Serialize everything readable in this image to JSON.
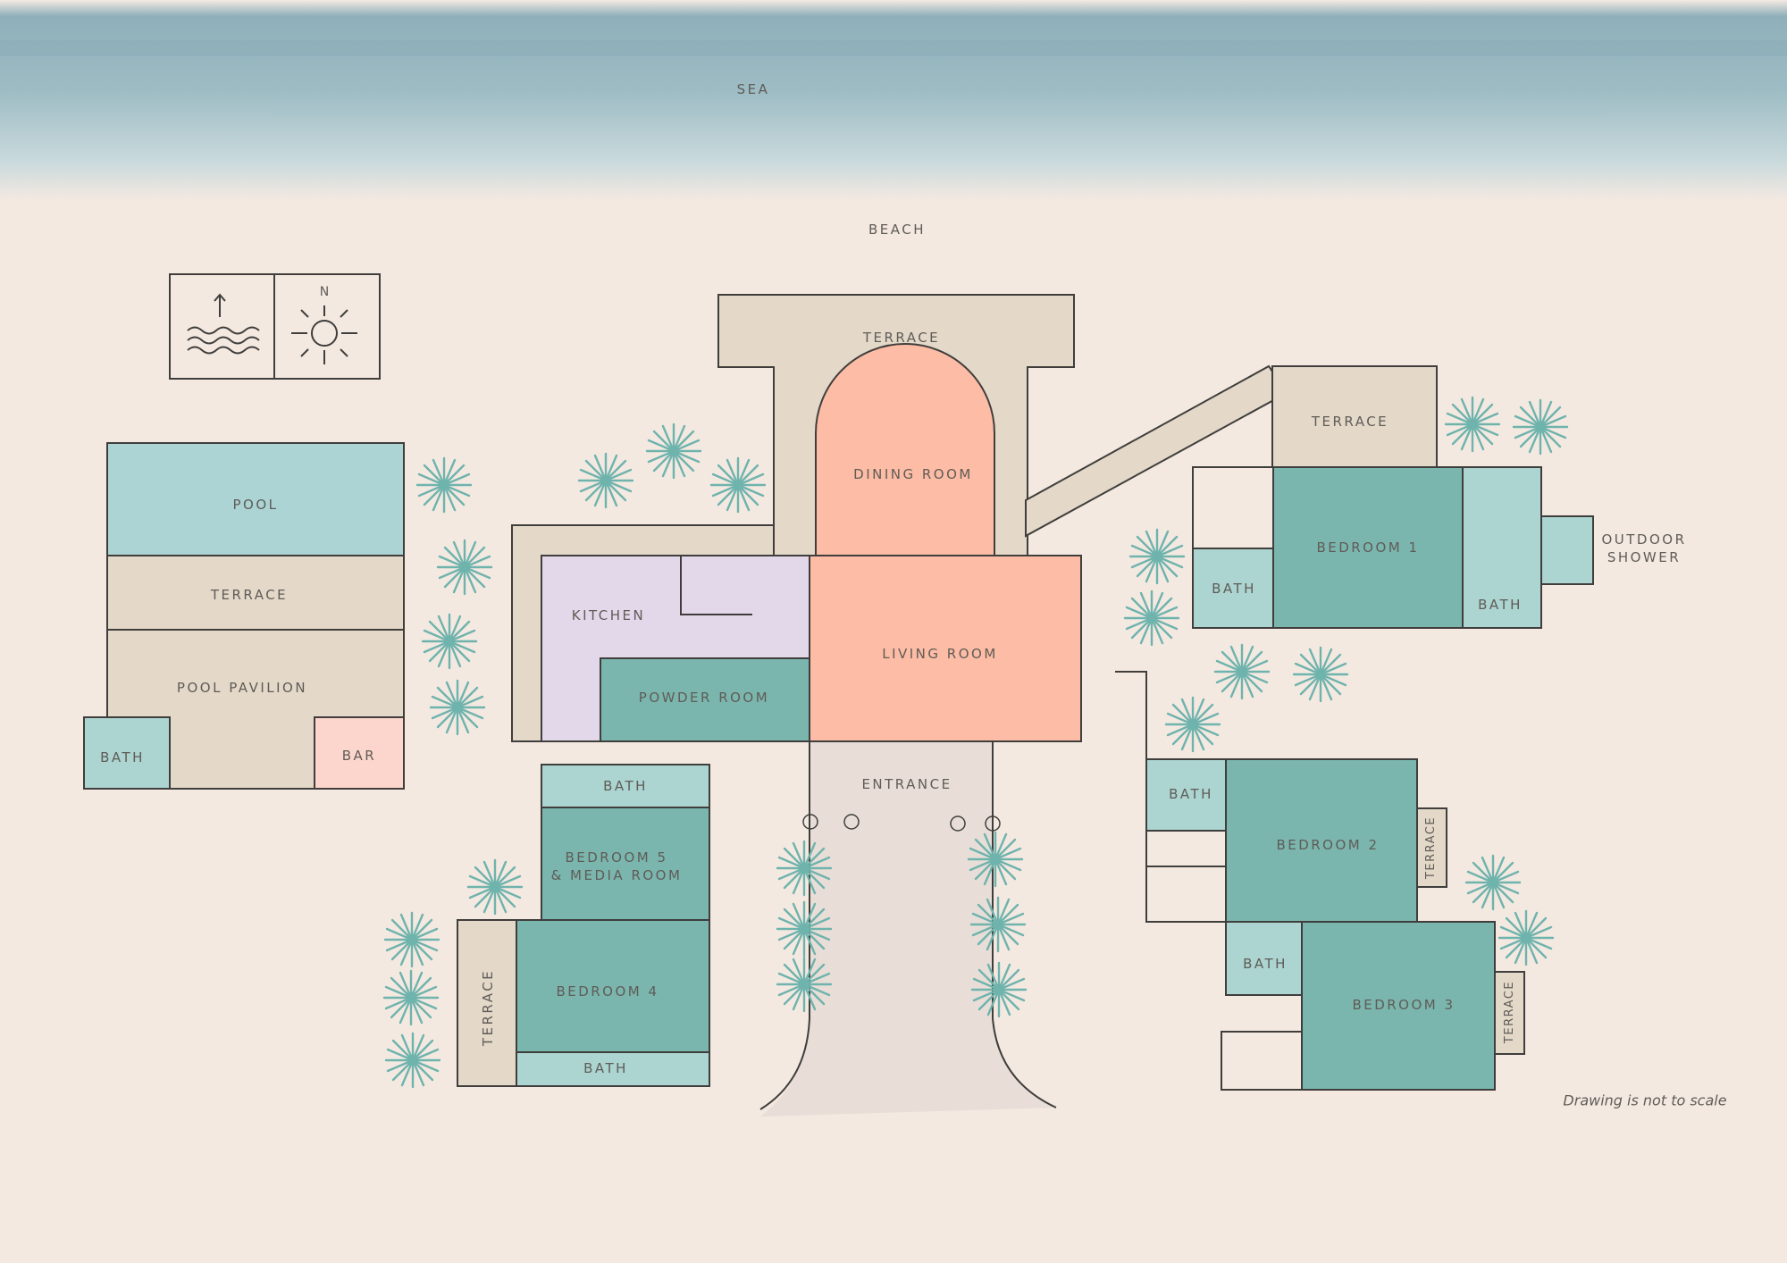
{
  "labels": {
    "sea": "SEA",
    "beach": "BEACH",
    "terrace_top": "TERRACE",
    "dining_room": "DINING ROOM",
    "terrace_bedroom1": "TERRACE",
    "bedroom1": "BEDROOM 1",
    "bath_b1_left": "BATH",
    "bath_b1_right": "BATH",
    "outdoor_shower": "OUTDOOR\nSHOWER",
    "pool": "POOL",
    "terrace_pool": "TERRACE",
    "pool_pavilion": "POOL PAVILION",
    "bath_pool": "BATH",
    "bar": "BAR",
    "kitchen": "KITCHEN",
    "powder_room": "POWDER ROOM",
    "living_room": "LIVING ROOM",
    "entrance": "ENTRANCE",
    "bath_b5": "BATH",
    "bedroom5": "BEDROOM 5\n& MEDIA ROOM",
    "bedroom4": "BEDROOM 4",
    "terrace_b4": "TERRACE",
    "bath_b4": "BATH",
    "bath_b2": "BATH",
    "bedroom2": "BEDROOM 2",
    "terrace_b2": "TERRACE",
    "bath_b3": "BATH",
    "bedroom3": "BEDROOM 3",
    "terrace_b3": "TERRACE",
    "note": "Drawing is not to scale"
  },
  "compass": {
    "north_label": "N",
    "sea_direction_icon": "sea-direction-icon",
    "sun_icon": "compass-sun-icon"
  },
  "colors": {
    "background": "#f4e9e1",
    "sea": "#8fb0ba",
    "terrace": "#e4d8c9",
    "pool": "#acd4d4",
    "bath": "#acd4d0",
    "bedroom": "#7bb6ae",
    "dining_living": "#fdbca5",
    "kitchen": "#e3d8ea",
    "bar": "#fcd6cc",
    "entrance_path": "#e8ded7",
    "palm": "#6fb3ad",
    "outline": "#3f3e3c"
  }
}
